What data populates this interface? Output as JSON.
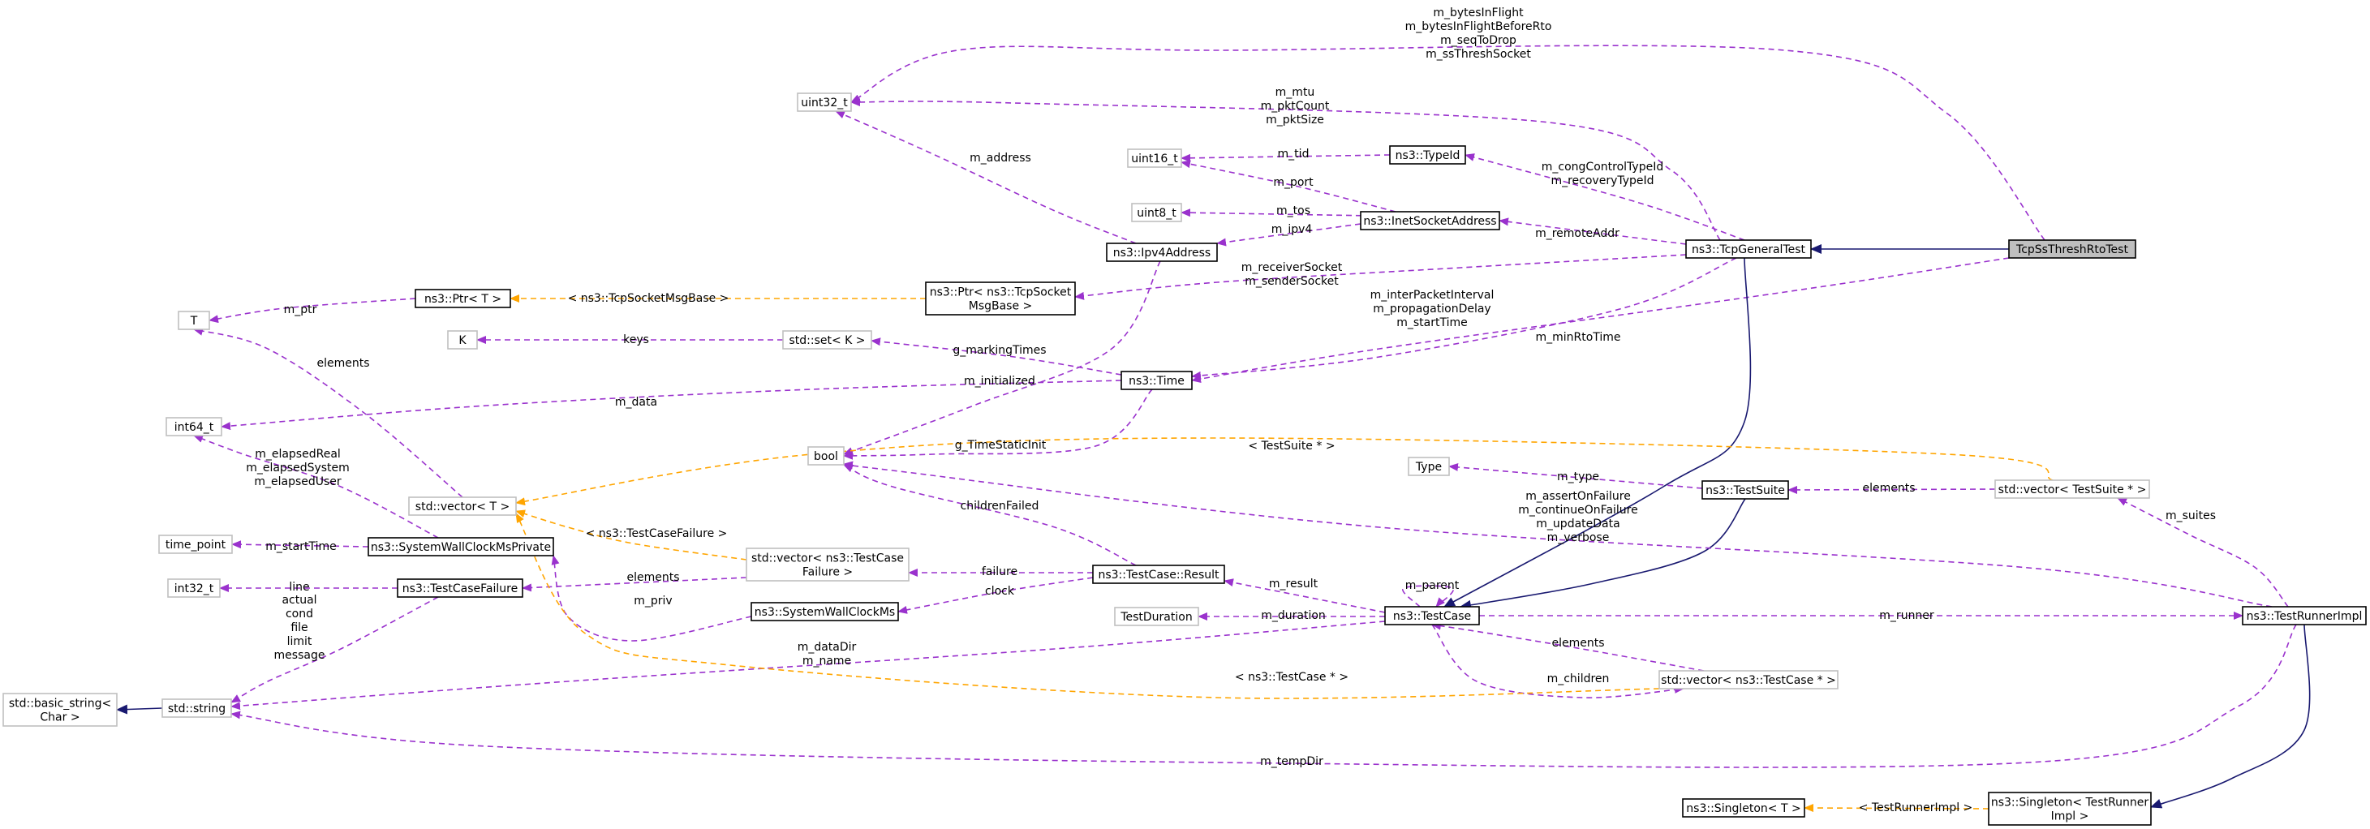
{
  "colors": {
    "usage": "#9a32cd",
    "template": "#ffa500",
    "inherit": "#191970",
    "node_border_main": "#000000",
    "node_border_external": "#bfbfbf",
    "highlight_fill": "#bfbfbf"
  },
  "nodes": [
    {
      "id": "TcpSsThreshRtoTest",
      "lines": [
        "TcpSsThreshRtoTest"
      ],
      "style": "highlight"
    },
    {
      "id": "TcpGeneralTest",
      "lines": [
        "ns3::TcpGeneralTest"
      ],
      "style": "main"
    },
    {
      "id": "uint32_t",
      "lines": [
        "uint32_t"
      ],
      "style": "external"
    },
    {
      "id": "uint16_t",
      "lines": [
        "uint16_t"
      ],
      "style": "external"
    },
    {
      "id": "uint8_t",
      "lines": [
        "uint8_t"
      ],
      "style": "external"
    },
    {
      "id": "TypeId",
      "lines": [
        "ns3::TypeId"
      ],
      "style": "main"
    },
    {
      "id": "InetSocketAddress",
      "lines": [
        "ns3::InetSocketAddress"
      ],
      "style": "main"
    },
    {
      "id": "Ipv4Address",
      "lines": [
        "ns3::Ipv4Address"
      ],
      "style": "main"
    },
    {
      "id": "PtrTcpSocketMsgBase",
      "lines": [
        "ns3::Ptr< ns3::TcpSocket",
        "MsgBase >"
      ],
      "style": "main"
    },
    {
      "id": "PtrT",
      "lines": [
        "ns3::Ptr< T >"
      ],
      "style": "main"
    },
    {
      "id": "T",
      "lines": [
        "T"
      ],
      "style": "external"
    },
    {
      "id": "K",
      "lines": [
        "K"
      ],
      "style": "external"
    },
    {
      "id": "SetK",
      "lines": [
        "std::set< K >"
      ],
      "style": "external"
    },
    {
      "id": "Time",
      "lines": [
        "ns3::Time"
      ],
      "style": "main"
    },
    {
      "id": "int64_t",
      "lines": [
        "int64_t"
      ],
      "style": "external"
    },
    {
      "id": "bool",
      "lines": [
        "bool"
      ],
      "style": "external"
    },
    {
      "id": "VectorT",
      "lines": [
        "std::vector< T >"
      ],
      "style": "external"
    },
    {
      "id": "time_point",
      "lines": [
        "time_point"
      ],
      "style": "external"
    },
    {
      "id": "SystemWallClockMsPrivate",
      "lines": [
        "ns3::SystemWallClockMsPrivate"
      ],
      "style": "main"
    },
    {
      "id": "int32_t",
      "lines": [
        "int32_t"
      ],
      "style": "external"
    },
    {
      "id": "TestCaseFailure",
      "lines": [
        "ns3::TestCaseFailure"
      ],
      "style": "main"
    },
    {
      "id": "VectorTestCaseFailure",
      "lines": [
        "std::vector< ns3::TestCase",
        "Failure >"
      ],
      "style": "external"
    },
    {
      "id": "SystemWallClockMs",
      "lines": [
        "ns3::SystemWallClockMs"
      ],
      "style": "main"
    },
    {
      "id": "TestCaseResult",
      "lines": [
        "ns3::TestCase::Result"
      ],
      "style": "main"
    },
    {
      "id": "TestDuration",
      "lines": [
        "TestDuration"
      ],
      "style": "external"
    },
    {
      "id": "TestCase",
      "lines": [
        "ns3::TestCase"
      ],
      "style": "main"
    },
    {
      "id": "Type",
      "lines": [
        "Type"
      ],
      "style": "external"
    },
    {
      "id": "TestSuite",
      "lines": [
        "ns3::TestSuite"
      ],
      "style": "main"
    },
    {
      "id": "VectorTestSuite",
      "lines": [
        "std::vector< TestSuite * >"
      ],
      "style": "external"
    },
    {
      "id": "TestRunnerImpl",
      "lines": [
        "ns3::TestRunnerImpl"
      ],
      "style": "main"
    },
    {
      "id": "VectorTestCasePtr",
      "lines": [
        "std::vector< ns3::TestCase * >"
      ],
      "style": "external"
    },
    {
      "id": "basic_string",
      "lines": [
        "std::basic_string<",
        "Char >"
      ],
      "style": "external"
    },
    {
      "id": "string",
      "lines": [
        "std::string"
      ],
      "style": "external"
    },
    {
      "id": "SingletonT",
      "lines": [
        "ns3::Singleton< T >"
      ],
      "style": "main"
    },
    {
      "id": "SingletonTestRunnerImpl",
      "lines": [
        "ns3::Singleton< TestRunner",
        "Impl >"
      ],
      "style": "main"
    }
  ],
  "edges": [
    {
      "id": "e1",
      "type": "inherit",
      "from": "TcpSsThreshRtoTest",
      "to": "TcpGeneralTest",
      "label": []
    },
    {
      "id": "e2",
      "type": "usage",
      "from": "TcpSsThreshRtoTest",
      "to": "uint32_t",
      "label": [
        "m_bytesInFlight",
        "m_bytesInFlightBeforeRto",
        "m_seqToDrop",
        "m_ssThreshSocket"
      ]
    },
    {
      "id": "e3",
      "type": "usage",
      "from": "TcpSsThreshRtoTest",
      "to": "Time",
      "label": [
        "m_minRtoTime"
      ]
    },
    {
      "id": "e4",
      "type": "usage",
      "from": "TcpGeneralTest",
      "to": "uint32_t",
      "label": [
        "m_mtu",
        "m_pktCount",
        "m_pktSize"
      ]
    },
    {
      "id": "e5",
      "type": "usage",
      "from": "TcpGeneralTest",
      "to": "TypeId",
      "label": [
        "m_congControlTypeId",
        "m_recoveryTypeId"
      ]
    },
    {
      "id": "e6",
      "type": "usage",
      "from": "TcpGeneralTest",
      "to": "InetSocketAddress",
      "label": [
        "m_remoteAddr"
      ]
    },
    {
      "id": "e7",
      "type": "usage",
      "from": "TcpGeneralTest",
      "to": "PtrTcpSocketMsgBase",
      "label": [
        "m_receiverSocket",
        "m_senderSocket"
      ]
    },
    {
      "id": "e8",
      "type": "usage",
      "from": "TcpGeneralTest",
      "to": "Time",
      "label": [
        "m_interPacketInterval",
        "m_propagationDelay",
        "m_startTime"
      ]
    },
    {
      "id": "e9",
      "type": "inherit",
      "from": "TcpGeneralTest",
      "to": "TestCase",
      "label": []
    },
    {
      "id": "e10",
      "type": "usage",
      "from": "TypeId",
      "to": "uint16_t",
      "label": [
        "m_tid"
      ]
    },
    {
      "id": "e11",
      "type": "usage",
      "from": "InetSocketAddress",
      "to": "uint16_t",
      "label": [
        "m_port"
      ]
    },
    {
      "id": "e12",
      "type": "usage",
      "from": "InetSocketAddress",
      "to": "uint8_t",
      "label": [
        "m_tos"
      ]
    },
    {
      "id": "e13",
      "type": "usage",
      "from": "InetSocketAddress",
      "to": "Ipv4Address",
      "label": [
        "m_ipv4"
      ]
    },
    {
      "id": "e14",
      "type": "usage",
      "from": "Ipv4Address",
      "to": "uint32_t",
      "label": [
        "m_address"
      ]
    },
    {
      "id": "e15",
      "type": "usage",
      "from": "Ipv4Address",
      "to": "bool",
      "label": [
        "m_initialized"
      ]
    },
    {
      "id": "e16",
      "type": "template",
      "from": "PtrTcpSocketMsgBase",
      "to": "PtrT",
      "label": [
        "< ns3::TcpSocketMsgBase >"
      ]
    },
    {
      "id": "e17",
      "type": "usage",
      "from": "PtrT",
      "to": "T",
      "label": [
        "m_ptr"
      ]
    },
    {
      "id": "e18",
      "type": "usage",
      "from": "SetK",
      "to": "K",
      "label": [
        "keys"
      ]
    },
    {
      "id": "e19",
      "type": "usage",
      "from": "Time",
      "to": "SetK",
      "label": [
        "g_markingTimes"
      ]
    },
    {
      "id": "e20",
      "type": "usage",
      "from": "Time",
      "to": "int64_t",
      "label": [
        "m_data"
      ]
    },
    {
      "id": "e21",
      "type": "usage",
      "from": "Time",
      "to": "bool",
      "label": [
        "g_TimeStaticInit"
      ]
    },
    {
      "id": "e22",
      "type": "usage",
      "from": "VectorT",
      "to": "T",
      "label": [
        "elements"
      ]
    },
    {
      "id": "e23",
      "type": "usage",
      "from": "SystemWallClockMsPrivate",
      "to": "int64_t",
      "label": [
        "m_elapsedReal",
        "m_elapsedSystem",
        "m_elapsedUser"
      ]
    },
    {
      "id": "e24",
      "type": "usage",
      "from": "SystemWallClockMsPrivate",
      "to": "time_point",
      "label": [
        "m_startTime"
      ]
    },
    {
      "id": "e25",
      "type": "usage",
      "from": "TestCaseFailure",
      "to": "int32_t",
      "label": [
        "line"
      ]
    },
    {
      "id": "e26",
      "type": "usage",
      "from": "TestCaseFailure",
      "to": "string",
      "label": [
        "actual",
        "cond",
        "file",
        "limit",
        "message"
      ]
    },
    {
      "id": "e27",
      "type": "template",
      "from": "VectorTestCaseFailure",
      "to": "VectorT",
      "label": [
        "< ns3::TestCaseFailure >"
      ]
    },
    {
      "id": "e28",
      "type": "usage",
      "from": "VectorTestCaseFailure",
      "to": "TestCaseFailure",
      "label": [
        "elements"
      ]
    },
    {
      "id": "e29",
      "type": "usage",
      "from": "SystemWallClockMs",
      "to": "SystemWallClockMsPrivate",
      "label": [
        "m_priv"
      ]
    },
    {
      "id": "e30",
      "type": "usage",
      "from": "TestCaseResult",
      "to": "VectorTestCaseFailure",
      "label": [
        "failure"
      ]
    },
    {
      "id": "e31",
      "type": "usage",
      "from": "TestCaseResult",
      "to": "SystemWallClockMs",
      "label": [
        "clock"
      ]
    },
    {
      "id": "e32",
      "type": "usage",
      "from": "TestCaseResult",
      "to": "bool",
      "label": [
        "childrenFailed"
      ]
    },
    {
      "id": "e33",
      "type": "usage",
      "from": "TestCase",
      "to": "TestCaseResult",
      "label": [
        "m_result"
      ]
    },
    {
      "id": "e34",
      "type": "usage",
      "from": "TestCase",
      "to": "TestDuration",
      "label": [
        "m_duration"
      ]
    },
    {
      "id": "e35",
      "type": "usage",
      "from": "TestCase",
      "to": "TestCase",
      "label": [
        "m_parent"
      ]
    },
    {
      "id": "e36",
      "type": "usage",
      "from": "TestCase",
      "to": "string",
      "label": [
        "m_dataDir",
        "m_name"
      ]
    },
    {
      "id": "e37",
      "type": "usage",
      "from": "TestCase",
      "to": "TestRunnerImpl",
      "label": [
        "m_runner"
      ]
    },
    {
      "id": "e38",
      "type": "usage",
      "from": "TestSuite",
      "to": "Type",
      "label": [
        "m_type"
      ]
    },
    {
      "id": "e39",
      "type": "inherit",
      "from": "TestSuite",
      "to": "TestCase",
      "label": []
    },
    {
      "id": "e40",
      "type": "usage",
      "from": "VectorTestSuite",
      "to": "TestSuite",
      "label": [
        "elements"
      ]
    },
    {
      "id": "e41",
      "type": "template",
      "from": "VectorTestSuite",
      "to": "VectorT",
      "label": [
        "< TestSuite * >"
      ]
    },
    {
      "id": "e42",
      "type": "usage",
      "from": "TestRunnerImpl",
      "to": "VectorTestSuite",
      "label": [
        "m_suites"
      ]
    },
    {
      "id": "e43",
      "type": "usage",
      "from": "TestRunnerImpl",
      "to": "bool",
      "label": [
        "m_assertOnFailure",
        "m_continueOnFailure",
        "m_updateData",
        "m_verbose"
      ]
    },
    {
      "id": "e44",
      "type": "usage",
      "from": "TestRunnerImpl",
      "to": "string",
      "label": [
        "m_tempDir"
      ]
    },
    {
      "id": "e45",
      "type": "inherit",
      "from": "TestRunnerImpl",
      "to": "SingletonTestRunnerImpl",
      "label": []
    },
    {
      "id": "e46",
      "type": "usage",
      "from": "VectorTestCasePtr",
      "to": "TestCase",
      "label": [
        "elements"
      ]
    },
    {
      "id": "e47",
      "type": "usage",
      "from": "TestCase",
      "to": "VectorTestCasePtr",
      "label": [
        "m_children"
      ]
    },
    {
      "id": "e48",
      "type": "template",
      "from": "VectorTestCasePtr",
      "to": "VectorT",
      "label": [
        "< ns3::TestCase * >"
      ]
    },
    {
      "id": "e49",
      "type": "inherit",
      "from": "string",
      "to": "basic_string",
      "label": []
    },
    {
      "id": "e50",
      "type": "template",
      "from": "SingletonTestRunnerImpl",
      "to": "SingletonT",
      "label": [
        "< TestRunnerImpl >"
      ]
    }
  ]
}
